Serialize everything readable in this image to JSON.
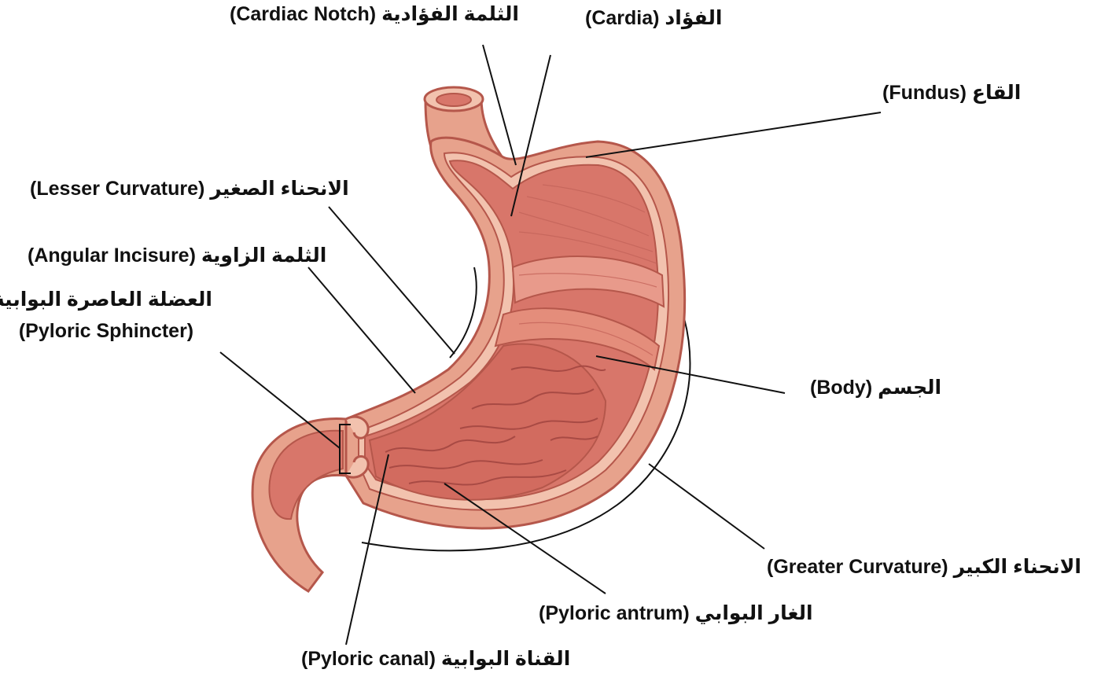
{
  "colors": {
    "outer_wall": "#E7A28C",
    "outer_wall_light": "#F2C2AE",
    "wall_outline": "#B5574B",
    "inner_cavity": "#D8766A",
    "inner_cavity_light": "#E89A8B",
    "rugae": "#C45A52",
    "band": "#E48D7B",
    "leader_line": "#111111",
    "label_text": "#111111"
  },
  "labels": {
    "cardiac_notch": {
      "en": "(Cardiac Notch)",
      "ar": "الثلمة الفؤادية"
    },
    "cardia": {
      "en": "(Cardia)",
      "ar": "الفؤاد"
    },
    "fundus": {
      "en": "(Fundus)",
      "ar": "القاع"
    },
    "lesser_curvature": {
      "en": "(Lesser Curvature)",
      "ar": "الانحناء الصغير"
    },
    "angular_incisure": {
      "en": "(Angular Incisure)",
      "ar": "الثلمة الزاوية"
    },
    "pyloric_sphincter": {
      "en": "(Pyloric Sphincter)",
      "ar": "العضلة العاصرة البوابية"
    },
    "body": {
      "en": "(Body)",
      "ar": "الجسم"
    },
    "greater_curvature": {
      "en": "(Greater Curvature)",
      "ar": "الانحناء الكبير"
    },
    "pyloric_antrum": {
      "en": "(Pyloric antrum)",
      "ar": "الغار البوابي"
    },
    "pyloric_canal": {
      "en": "(Pyloric canal)",
      "ar": "القناة البوابية"
    }
  }
}
